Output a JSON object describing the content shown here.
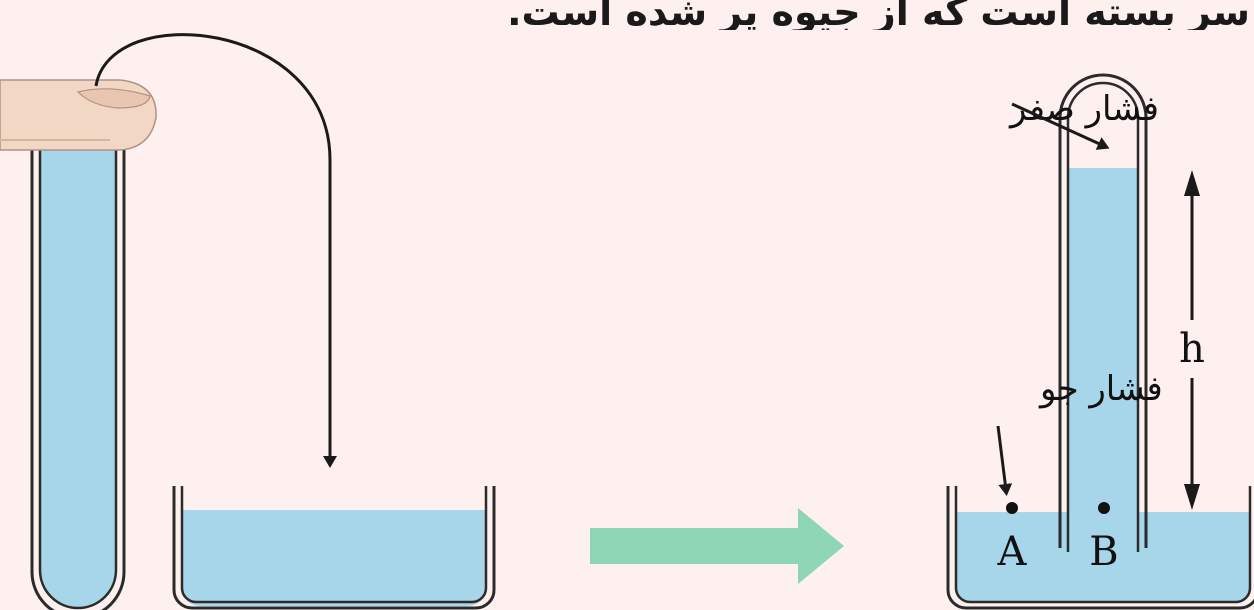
{
  "caption": "سر بسته است که از جیوه پر شده است.",
  "labels": {
    "zero_pressure": "فشار صفر",
    "atmospheric_pressure": "فشار جو",
    "height": "h",
    "point_a": "A",
    "point_b": "B"
  },
  "colors": {
    "background": "#fdf0ee",
    "liquid": "#a7d6ea",
    "glass_outline": "#2b2b2b",
    "transition_arrow": "#8fd6b4",
    "finger": "#f2d7c4"
  }
}
